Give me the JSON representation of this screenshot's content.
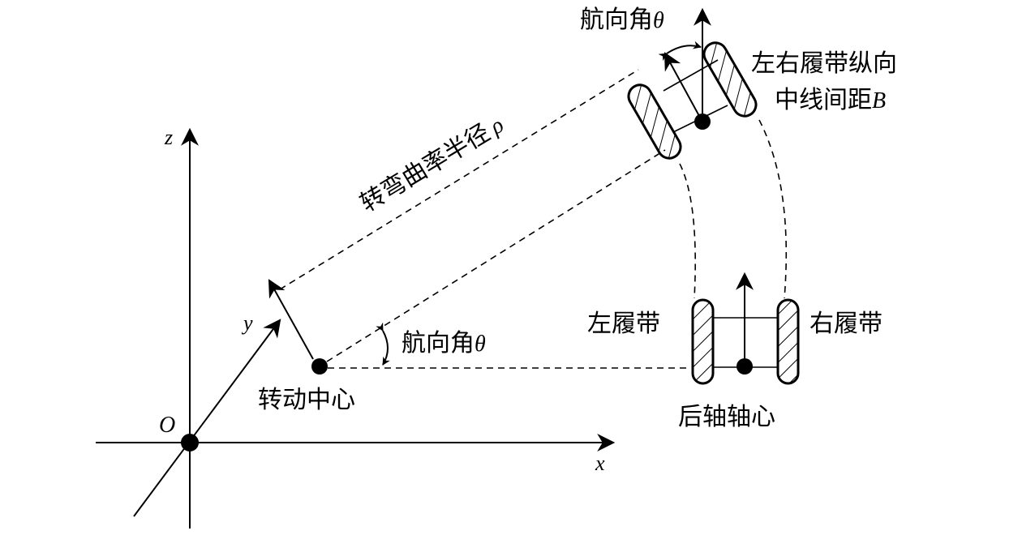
{
  "axes": {
    "origin": "O",
    "x": "x",
    "y": "y",
    "z": "z"
  },
  "labels": {
    "turn_center": "转动中心",
    "heading_angle_text": "航向角",
    "theta": "θ",
    "turn_radius_text": "转弯曲率半径",
    "rho": "ρ",
    "track_spacing_line1": "左右履带纵向",
    "track_spacing_line2_text": "中线间距",
    "B": "B",
    "left_track": "左履带",
    "right_track": "右履带",
    "rear_axle_center": "后轴轴心"
  },
  "colors": {
    "stroke": "#000000",
    "background": "#ffffff"
  }
}
